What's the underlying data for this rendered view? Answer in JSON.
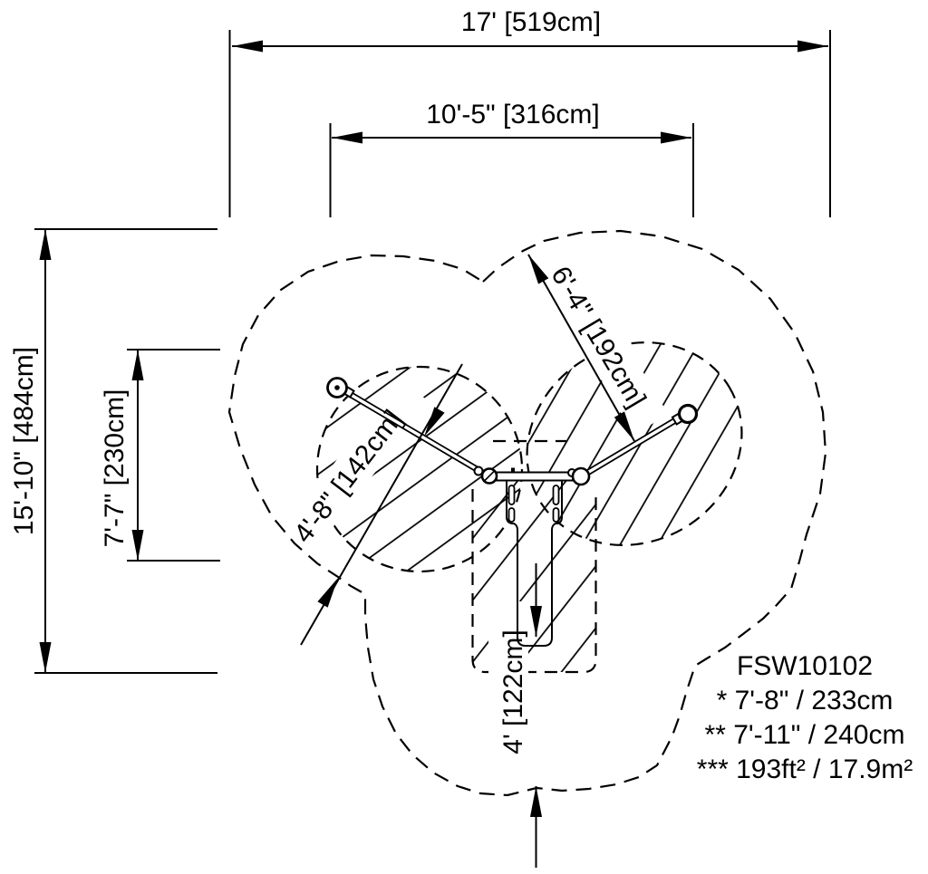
{
  "diagram": {
    "product": {
      "code": "FSW10102",
      "spec_1": "* 7'-8\" / 233cm",
      "spec_2": "** 7'-11\" / 240cm",
      "spec_3": "*** 193ft² / 17.9m²"
    },
    "dimensions": {
      "width_overall": "17' [519cm]",
      "width_inner": "10'-5\" [316cm]",
      "height_overall": "15'-10\" [484cm]",
      "height_inner": "7'-7\" [230cm]",
      "clearance_right": "6'-4\" [192cm]",
      "clearance_left": "4'-8\" [142cm]",
      "clearance_bottom": "4' [122cm]"
    },
    "colors": {
      "line": "#000000",
      "background": "#ffffff"
    }
  }
}
